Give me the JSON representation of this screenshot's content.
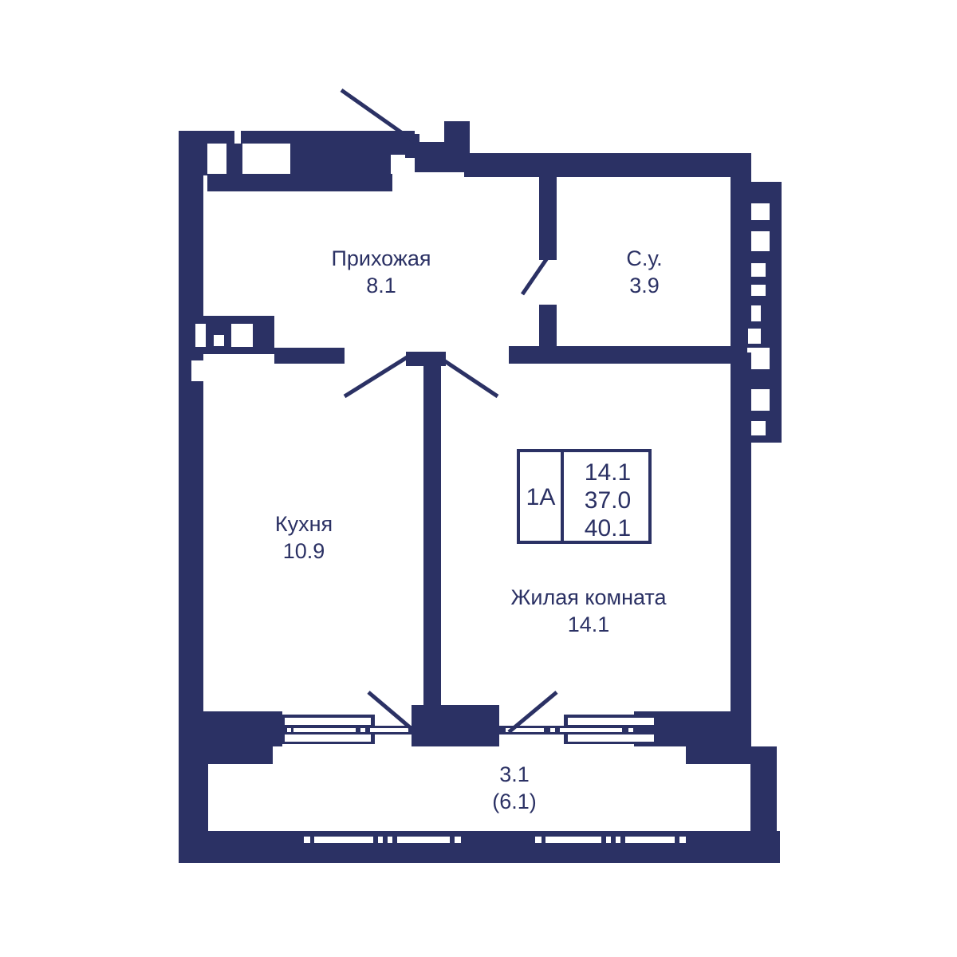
{
  "plan": {
    "wall_color": "#2b3164",
    "background_color": "#ffffff",
    "text_color": "#2b3164"
  },
  "rooms": [
    {
      "id": "hallway",
      "name": "Прихожая",
      "area": "8.1"
    },
    {
      "id": "bathroom",
      "name": "С.у.",
      "area": "3.9"
    },
    {
      "id": "kitchen",
      "name": "Кухня",
      "area": "10.9"
    },
    {
      "id": "living_room",
      "name": "Жилая комната",
      "area": "14.1"
    }
  ],
  "balcony": {
    "area": "3.1",
    "area_full": "(6.1)"
  },
  "summary_badge": {
    "type_label": "1А",
    "living_area": "14.1",
    "total_area": "37.0",
    "total_with_balcony": "40.1"
  }
}
